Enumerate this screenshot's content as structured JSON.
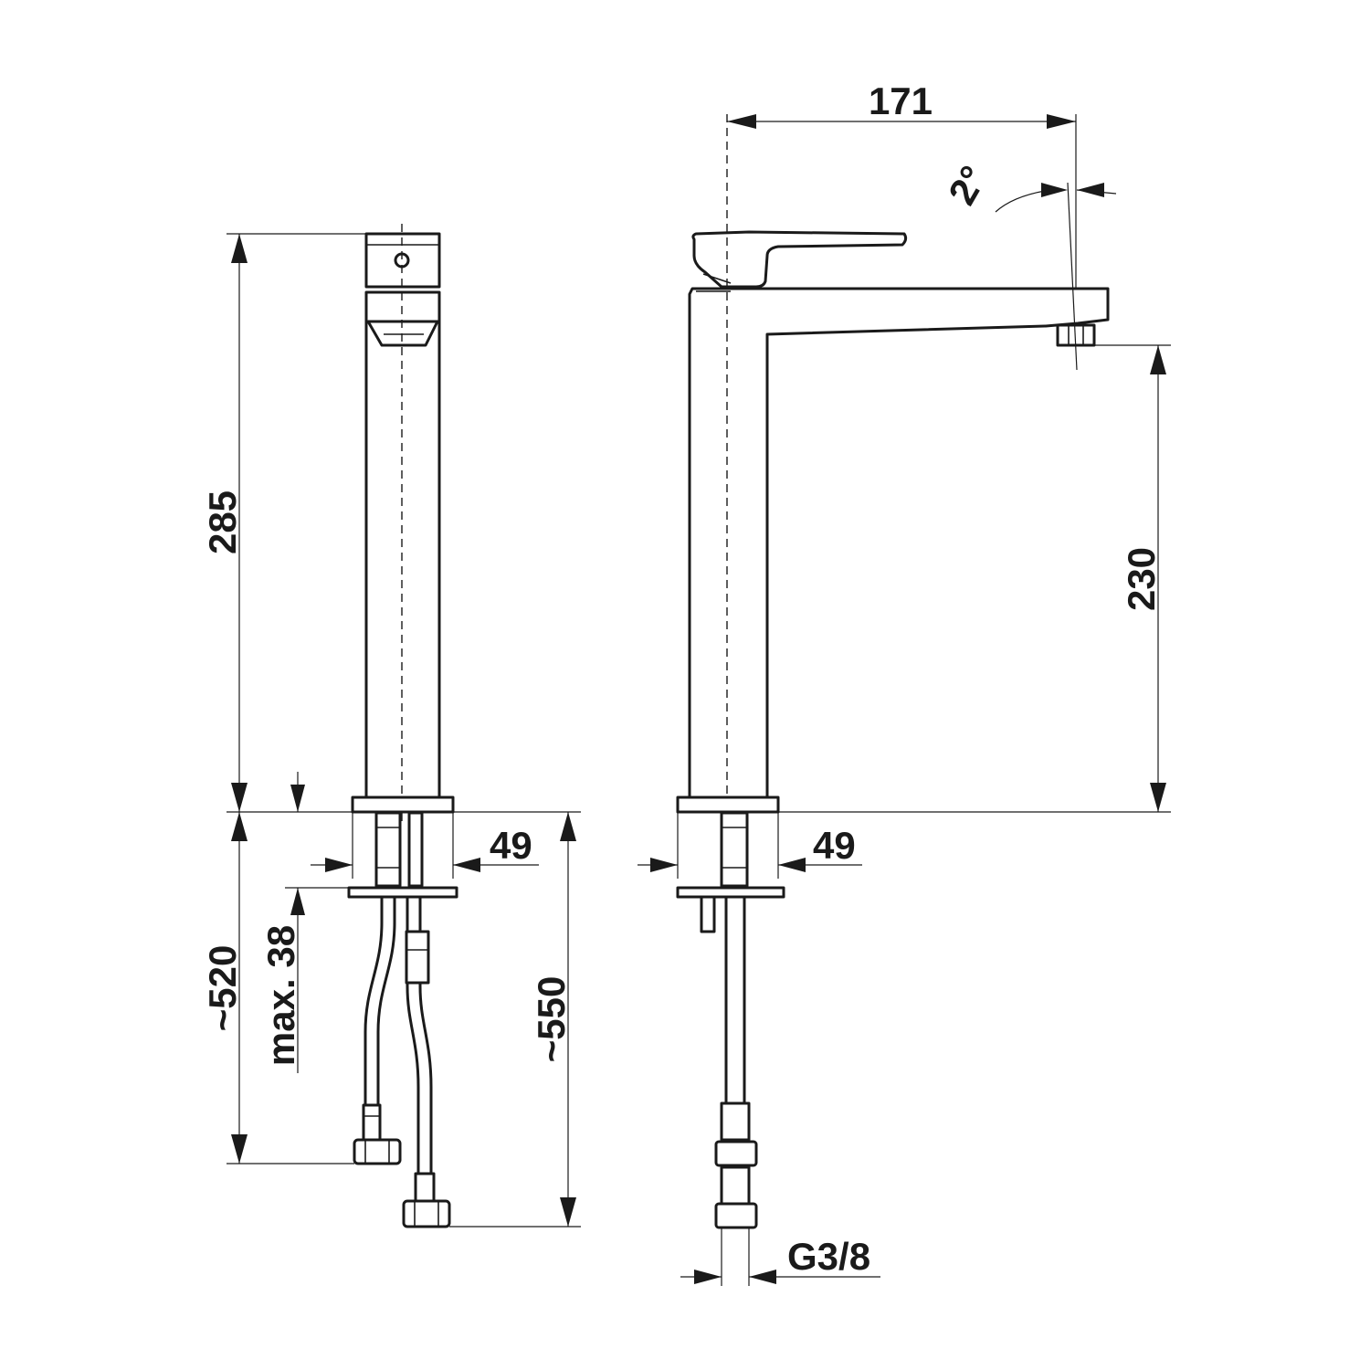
{
  "dimensions": {
    "total_height": "285",
    "hose_length_left": "~520",
    "hose_length_right": "~550",
    "max_deck_thickness": "max. 38",
    "base_diameter_left": "49",
    "base_diameter_right": "49",
    "spout_reach": "171",
    "spout_height": "230",
    "spout_angle": "2°",
    "thread": "G3/8"
  },
  "colors": {
    "line": "#1a1a1a",
    "background": "#ffffff"
  }
}
